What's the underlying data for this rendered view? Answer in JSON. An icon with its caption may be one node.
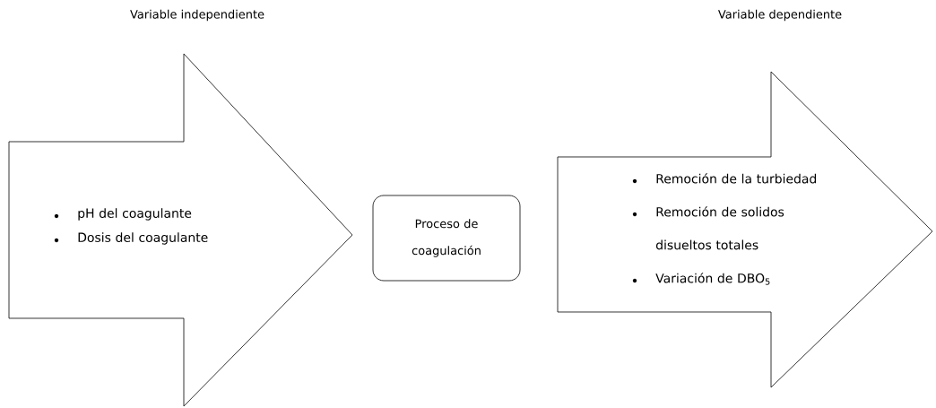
{
  "diagram": {
    "nodes": [
      {
        "text": [
          "Variable independiente",
          "pH del coagulante",
          "Dosis del coagulante"
        ]
      },
      {
        "text": [
          "Proceso de coagulación"
        ]
      },
      {
        "text": [
          "Variable dependiente",
          "Remoción de la turbiedad",
          "Remoción de solidos disueltos totales",
          "Variación de DBO$_{5}$"
        ]
      }
    ]
  }
}
